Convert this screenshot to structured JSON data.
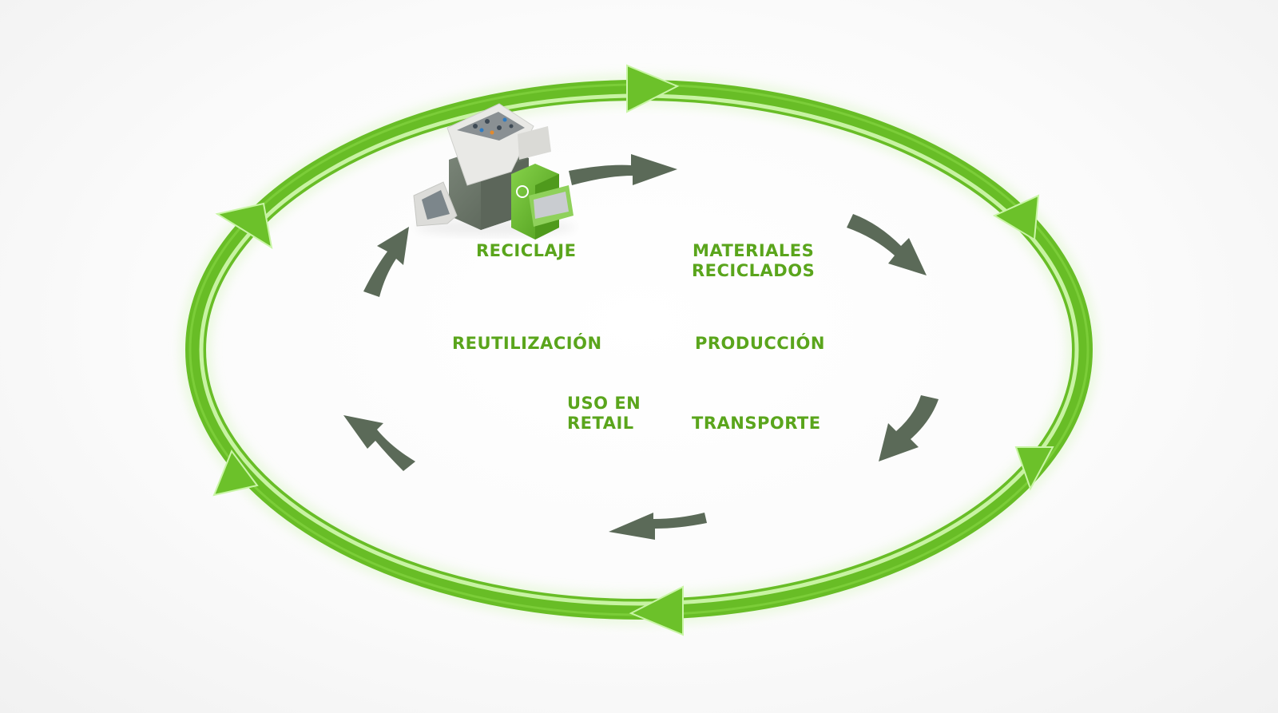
{
  "title": "Ciclo de economía circular",
  "colors": {
    "ring_green": "#6cc12a",
    "ring_highlight": "#c9f5a6",
    "label_green": "#5aa51c",
    "flow_arrow": "#5b6a58",
    "machine_gray": "#6e7a6b",
    "panel_light": "#e6e6e3",
    "background": "#f7f7f7"
  },
  "outer_cycle": {
    "direction": "clockwise",
    "arrowheads": 6
  },
  "stages": [
    {
      "id": "reciclaje",
      "label": "RECICLAJE",
      "icon": "recycling-machine-icon"
    },
    {
      "id": "materiales",
      "label_line1": "MATERIALES",
      "label_line2": "RECICLADOS",
      "icon": "plastic-flakes-icon"
    },
    {
      "id": "produccion",
      "label": "PRODUCCIÓN",
      "icon": "production-line-icon"
    },
    {
      "id": "transporte",
      "label": "TRANSPORTE",
      "icon": "truck-icon"
    },
    {
      "id": "retail",
      "label_line1": "USO EN",
      "label_line2": "RETAIL",
      "icon": "retail-store-icon"
    },
    {
      "id": "reutilizacion",
      "label": "REUTILIZACIÓN",
      "icon": "reuse-worker-icon"
    }
  ],
  "flow_order": [
    "RECICLAJE",
    "MATERIALES RECICLADOS",
    "PRODUCCIÓN",
    "TRANSPORTE",
    "USO EN RETAIL",
    "REUTILIZACIÓN"
  ]
}
